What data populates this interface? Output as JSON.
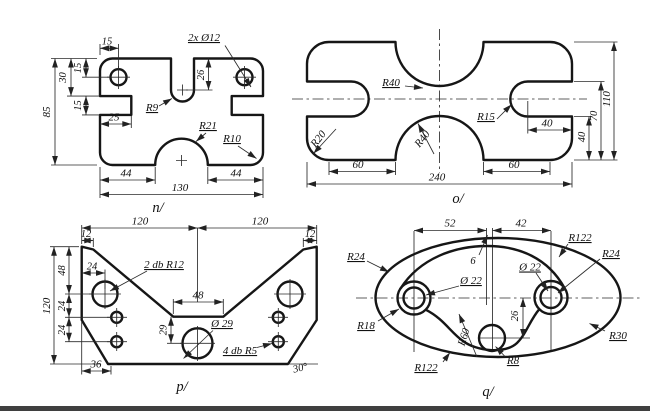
{
  "page": {
    "background": "#ffffff",
    "ink": "#161616",
    "dim_ink": "#2b2b2b",
    "bottom_bar_color": "#3f3f3f"
  },
  "figures": {
    "n": {
      "caption": "n/",
      "labels": {
        "top15": "15",
        "holes_note": "2x Ø12",
        "h85": "85",
        "h30": "30",
        "h15a": "15",
        "h15b": "15",
        "slot25": "25",
        "r9": "R9",
        "d26": "26",
        "r21": "R21",
        "r10": "R10",
        "b44l": "44",
        "b130": "130",
        "b44r": "44"
      }
    },
    "o": {
      "caption": "o/",
      "labels": {
        "r40_top": "R40",
        "r40_bottom": "R40",
        "r20": "R20",
        "r15": "R15",
        "w40": "40",
        "v40": "40",
        "v70": "70",
        "v110": "110",
        "b60l": "60",
        "b60r": "60",
        "b240": "240"
      }
    },
    "p": {
      "caption": "p/",
      "labels": {
        "t120l": "120",
        "t120r": "120",
        "c12l": "12",
        "c12r": "12",
        "v120": "120",
        "v48": "48",
        "v24a": "24",
        "v24b": "24",
        "h24": "24",
        "note_r12": "2 db R12",
        "c48": "48",
        "v29": "29",
        "d29": "Ø 29",
        "note_r5": "4 db R5",
        "b36": "36",
        "ang30": "30°"
      }
    },
    "q": {
      "caption": "q/",
      "labels": {
        "t52": "52",
        "t42": "42",
        "t6": "6",
        "r122_tr": "R122",
        "r24_r": "R24",
        "r24_l": "R24",
        "d22_l": "Ø 22",
        "d22_r": "Ø 22",
        "r18": "R18",
        "v26": "26",
        "r60": "R60",
        "r8": "R8",
        "r30": "R30",
        "r122_bl": "R122"
      }
    }
  }
}
